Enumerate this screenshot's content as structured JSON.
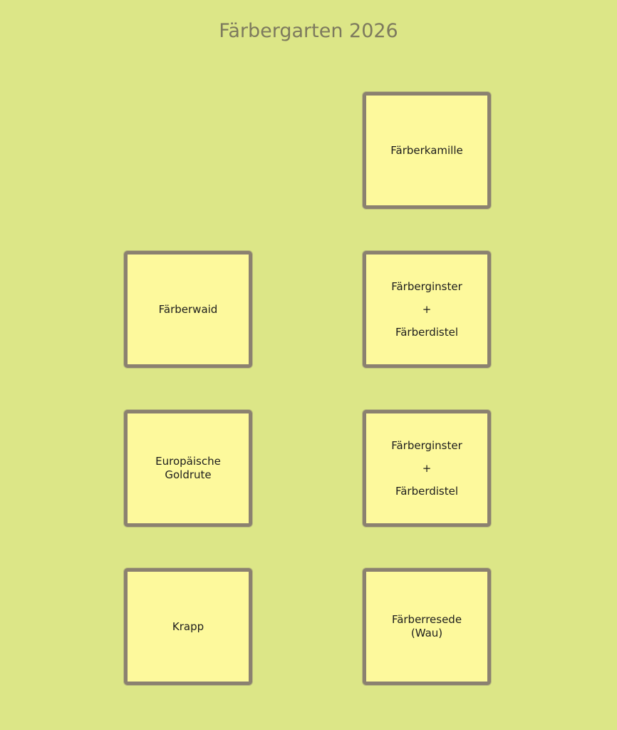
{
  "title": "Färbergarten 2026",
  "beds": {
    "farberkamille": {
      "lines": [
        "Färberkamille"
      ]
    },
    "farberwaid": {
      "lines": [
        "Färberwaid"
      ]
    },
    "ginster_distel_1": {
      "lines": [
        "Färberginster",
        "+",
        "Färberdistel"
      ]
    },
    "goldrute": {
      "lines": [
        "Europäische",
        "Goldrute"
      ]
    },
    "ginster_distel_2": {
      "lines": [
        "Färberginster",
        "+",
        "Färberdistel"
      ]
    },
    "krapp": {
      "lines": [
        "Krapp"
      ]
    },
    "resede": {
      "lines": [
        "Färberresede",
        "(Wau)"
      ]
    }
  },
  "colors": {
    "background": "#dce687",
    "bed_fill": "#fdf99c",
    "bed_border": "#8b8170",
    "title": "#7d7a5e"
  }
}
